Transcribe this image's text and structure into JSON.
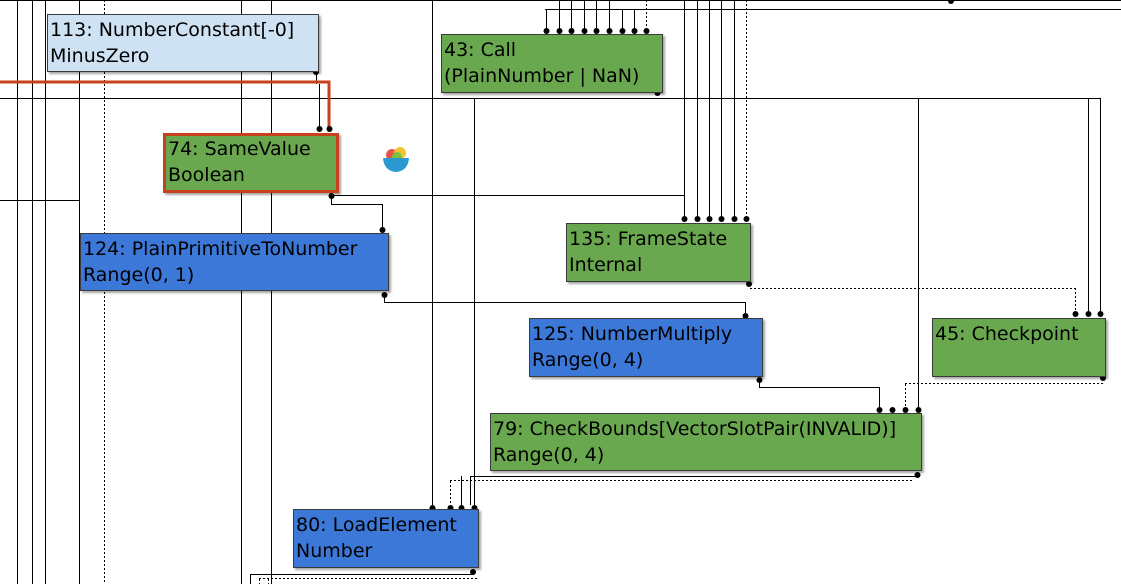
{
  "colors": {
    "control_green": "#6aa84f",
    "value_blue": "#3c78d8",
    "constant_lightblue": "#cfe2f3",
    "selection_red": "#c8401e",
    "edge_black": "#000000"
  },
  "nodes": {
    "n113": {
      "title": "113: NumberConstant[-0]",
      "type": "MinusZero"
    },
    "n43": {
      "title": "43: Call",
      "type": "(PlainNumber | NaN)"
    },
    "n74": {
      "title": "74: SameValue",
      "type": "Boolean"
    },
    "n124": {
      "title": "124: PlainPrimitiveToNumber",
      "type": "Range(0, 1)"
    },
    "n135": {
      "title": "135: FrameState",
      "type": "Internal"
    },
    "n125": {
      "title": "125: NumberMultiply",
      "type": "Range(0, 4)"
    },
    "n45": {
      "title": "45: Checkpoint",
      "type": ""
    },
    "n79": {
      "title": "79: CheckBounds[VectorSlotPair(INVALID)]",
      "type": "Range(0, 4)"
    },
    "n80": {
      "title": "80: LoadElement",
      "type": "Number"
    }
  },
  "icons": {
    "logo": "fruit-bowl-icon"
  }
}
